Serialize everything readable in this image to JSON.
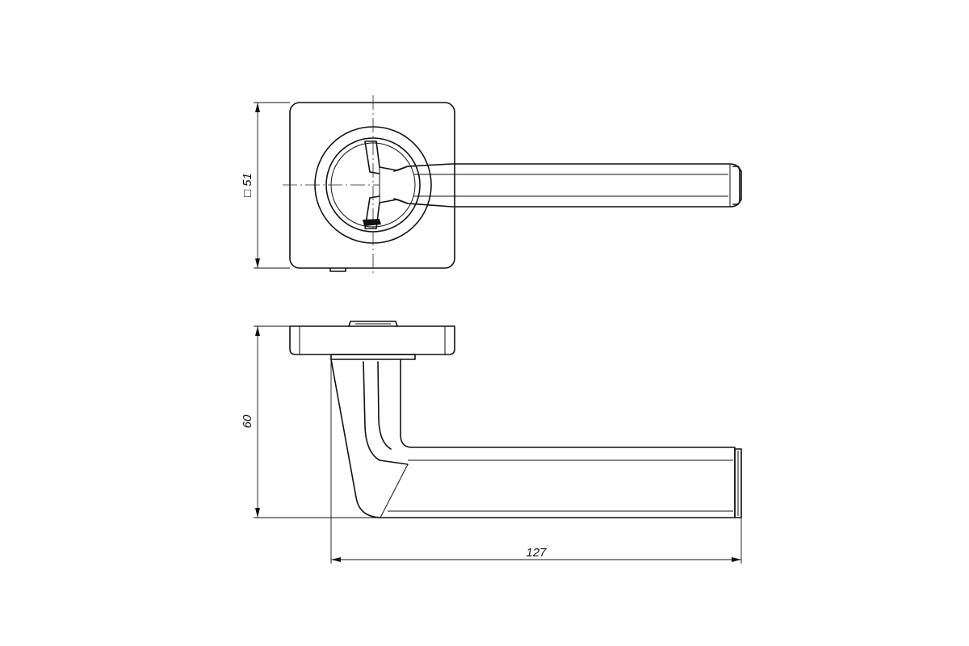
{
  "dimensions": {
    "rose_size": {
      "symbol": "□",
      "value": "51"
    },
    "height": {
      "value": "60"
    },
    "length": {
      "value": "127"
    }
  }
}
